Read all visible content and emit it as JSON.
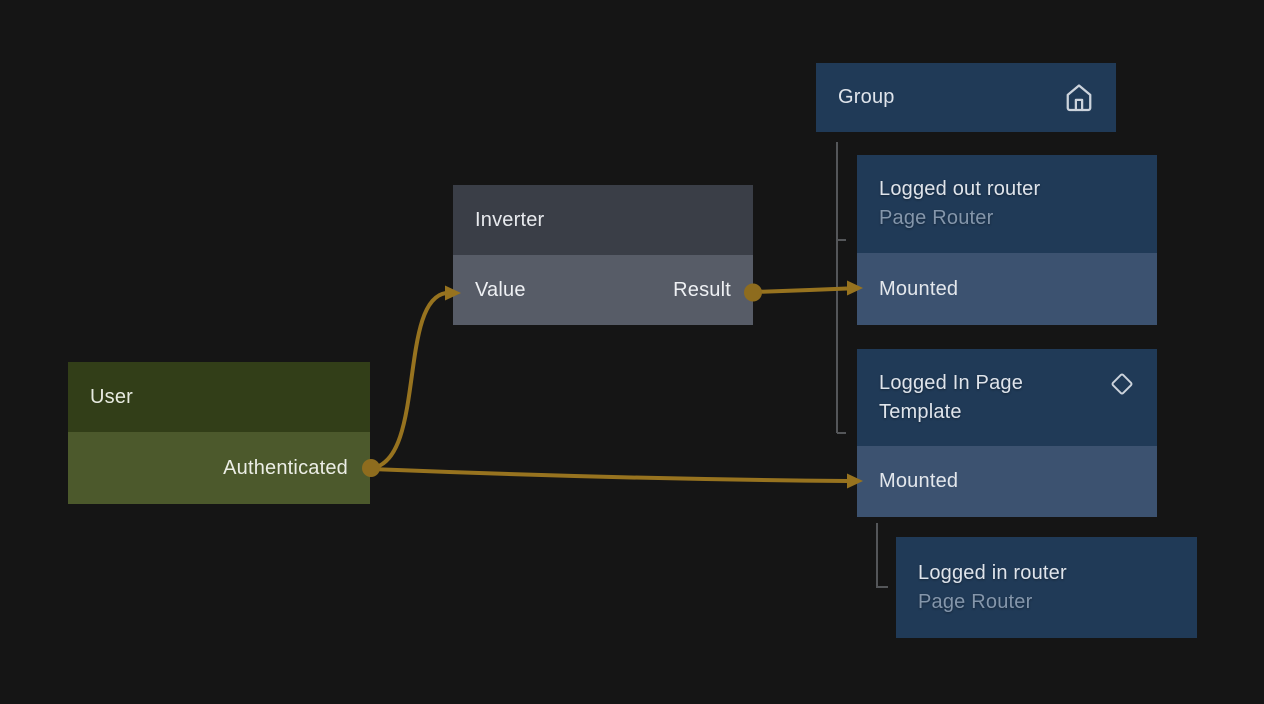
{
  "canvas": {
    "description": "node graph editor canvas"
  },
  "colors": {
    "background": "#151515",
    "wire": "#97731f",
    "tree_line": "#545659",
    "user_header": "#323e18",
    "user_body": "#4c592c",
    "inverter_header": "#3a3e47",
    "inverter_body": "#575c67",
    "blue_header": "#203a57",
    "blue_row": "#3c5270",
    "subtitle_text": "#8496ab"
  },
  "icons": {
    "group": "home-icon",
    "logged_in_page_template": "diamond-icon"
  },
  "nodes": {
    "user": {
      "title": "User",
      "output_port": "Authenticated"
    },
    "inverter": {
      "title": "Inverter",
      "input_port": "Value",
      "output_port": "Result"
    },
    "group": {
      "title": "Group"
    },
    "logged_out_router": {
      "title": "Logged out router",
      "subtitle": "Page Router",
      "input_port": "Mounted"
    },
    "logged_in_page_template": {
      "title": "Logged In Page Template",
      "input_port": "Mounted"
    },
    "logged_in_router": {
      "title": "Logged in router",
      "subtitle": "Page Router"
    }
  }
}
